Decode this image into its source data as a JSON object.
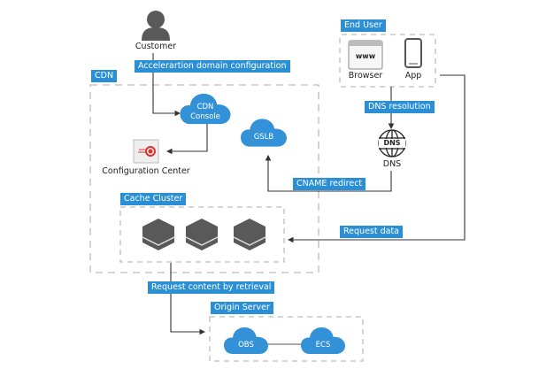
{
  "diagram": {
    "actors": {
      "customer": "Customer"
    },
    "groups": {
      "cdn": "CDN",
      "end_user": "End User",
      "cache_cluster": "Cache Cluster",
      "origin_server": "Origin Server"
    },
    "nodes": {
      "browser": "Browser",
      "browser_www": "www",
      "app": "App",
      "cdn_console_line1": "CDN",
      "cdn_console_line2": "Console",
      "gslb": "GSLB",
      "dns": "DNS",
      "dns_globe_text": "DNS",
      "configuration_center": "Configuration Center",
      "obs": "OBS",
      "ecs": "ECS"
    },
    "edges": {
      "acceleration_config": "Accelerartion domain configuration",
      "dns_resolution": "DNS resolution",
      "cname_redirect": "CNAME redirect",
      "request_data": "Request data",
      "request_content": "Request content by retrieval"
    },
    "colors": {
      "accent": "#2b8fd6",
      "cloud": "#3391d8",
      "dark_icon": "#5a5a5a",
      "config_red": "#e03030"
    }
  }
}
